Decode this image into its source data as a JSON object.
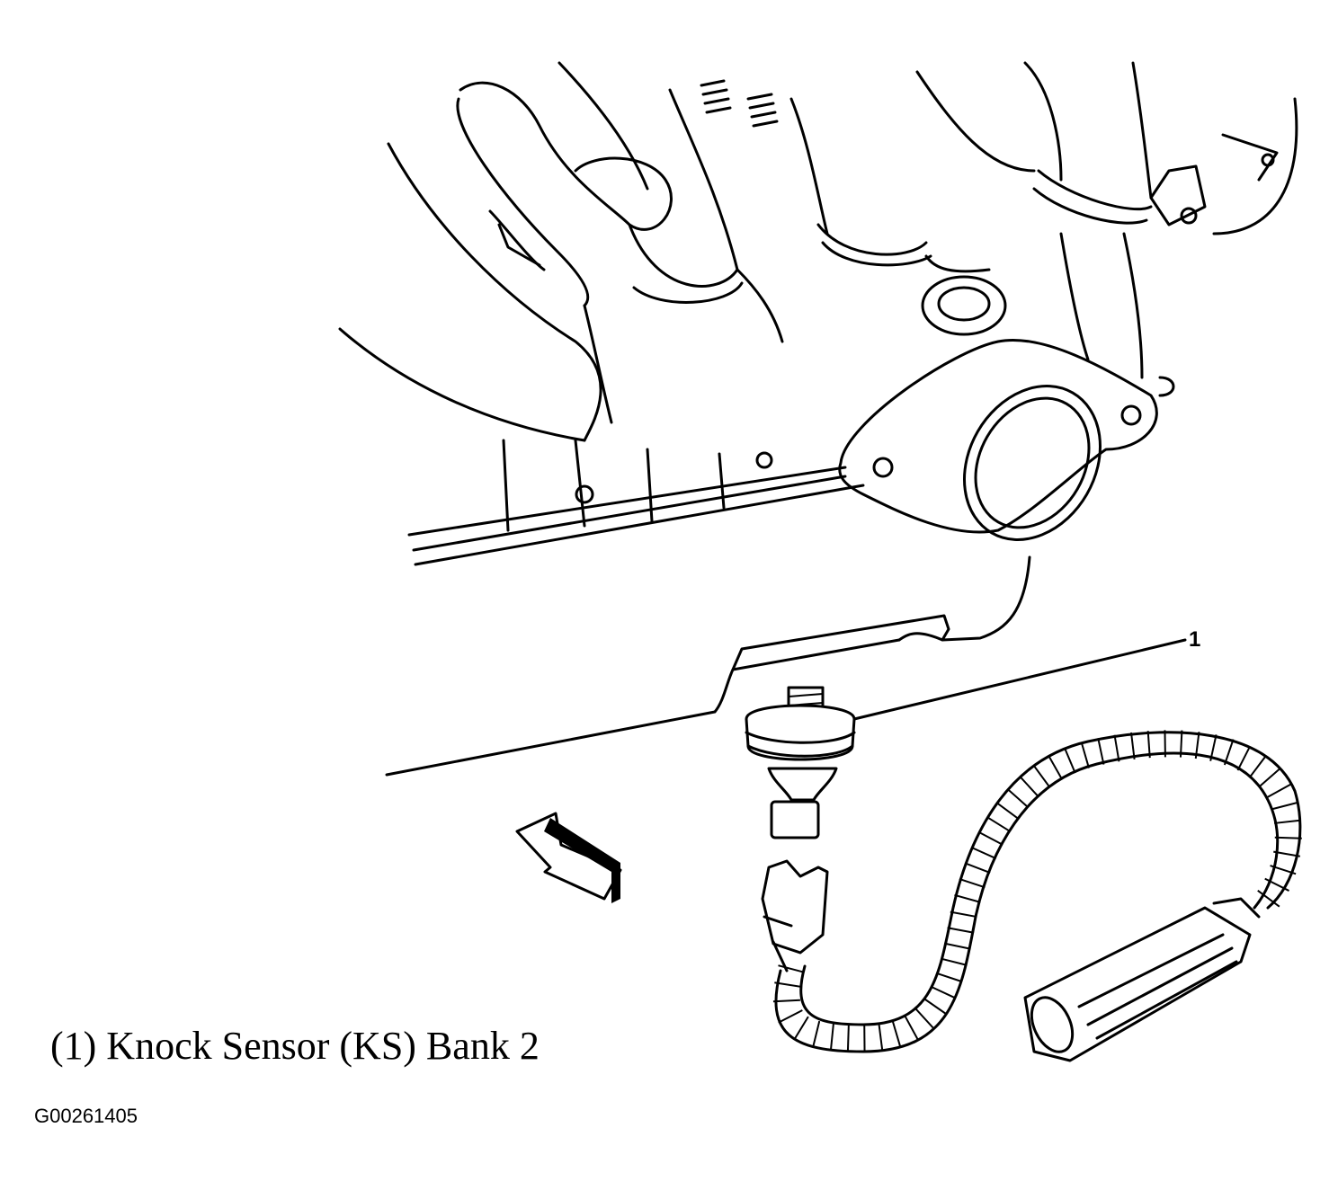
{
  "callout": {
    "number": "1"
  },
  "caption": "(1) Knock Sensor (KS) Bank 2",
  "figure_id": "G00261405",
  "components": {
    "engine": "engine-block-line-art",
    "sensor": "knock-sensor",
    "harness": "wiring-harness",
    "arrow": "direction-arrow"
  }
}
